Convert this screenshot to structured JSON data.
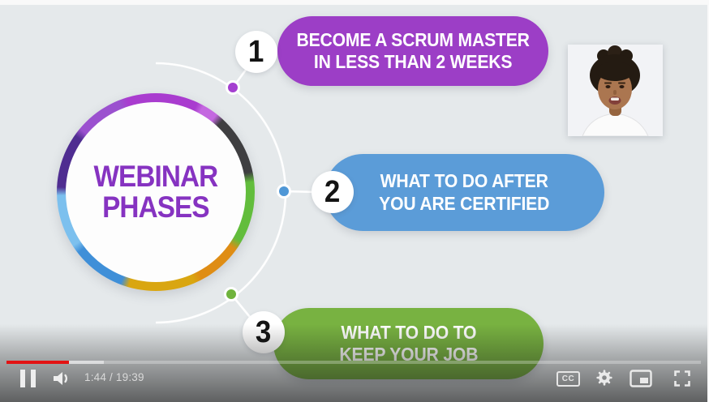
{
  "slide": {
    "background_color": "#e5e9eb",
    "wheel": {
      "title_line1": "WEBINAR",
      "title_line2": "PHASES",
      "text_color": "#8633c1",
      "ring_colors": [
        "#a93ccf",
        "#c468e0",
        "#3f3f41",
        "#62bd3c",
        "#df8d15",
        "#d9a611",
        "#3f8fd8",
        "#7cc0ee",
        "#4f2d91",
        "#9b51cf"
      ]
    },
    "phases": [
      {
        "number": "1",
        "label_line1": "BECOME A SCRUM MASTER",
        "label_line2": "IN LESS THAN 2 WEEKS",
        "color": "#9c3ec6",
        "dot_color": "#a43fd0"
      },
      {
        "number": "2",
        "label_line1": "WHAT TO DO AFTER",
        "label_line2": "YOU ARE CERTIFIED",
        "color": "#5b9cd8",
        "dot_color": "#4f97d6"
      },
      {
        "number": "3",
        "label_line1": "WHAT TO DO TO",
        "label_line2": "KEEP YOUR JOB",
        "color": "#78b241",
        "dot_color": "#6fb33c"
      }
    ],
    "presenter_photo": "woman-presenter-headshot"
  },
  "player": {
    "controls_left": {
      "pause_icon": "pause-icon",
      "volume_icon": "volume-icon",
      "time_display": "1:44 / 19:39"
    },
    "progress": {
      "played_percent": 9,
      "buffered_percent": 14,
      "played_color": "#e21313"
    },
    "controls_right": {
      "cc_label": "CC",
      "settings_icon": "gear-icon",
      "miniplayer_icon": "miniplayer-icon",
      "fullscreen_icon": "fullscreen-icon"
    }
  }
}
